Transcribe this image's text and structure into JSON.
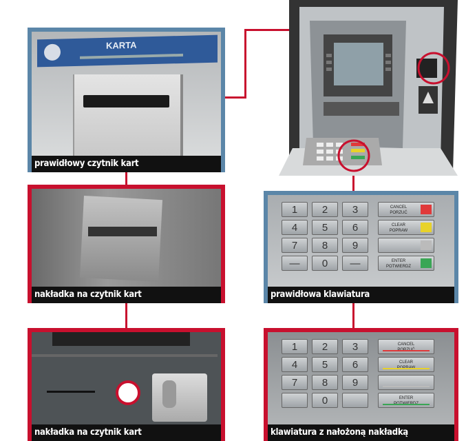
{
  "panels": {
    "correct_reader": {
      "caption": "prawidłowy czytnik kart",
      "sign": "KARTA"
    },
    "reader_overlay_1": {
      "caption": "nakładka na czytnik kart"
    },
    "reader_overlay_2": {
      "caption": "nakładka na czytnik kart"
    },
    "correct_keypad": {
      "caption": "prawidłowa klawiatura",
      "keys": [
        "1",
        "2",
        "3",
        "4",
        "5",
        "6",
        "7",
        "8",
        "9",
        "—",
        "0",
        "—"
      ],
      "fkeys": [
        {
          "top": "CANCEL",
          "bottom": "PORZUĆ"
        },
        {
          "top": "CLEAR",
          "bottom": "POPRAW"
        },
        {
          "top": "",
          "bottom": ""
        },
        {
          "top": "ENTER",
          "bottom": "POTWIERDZ"
        }
      ]
    },
    "overlay_keypad": {
      "caption": "klawiatura z nałożoną nakładką",
      "keys": [
        "1",
        "2",
        "3",
        "4",
        "5",
        "6",
        "7",
        "8",
        "9",
        "",
        "0",
        ""
      ],
      "fkeys": [
        {
          "top": "CANCEL",
          "bottom": "PORZUĆ"
        },
        {
          "top": "CLEAR",
          "bottom": "POPRAW"
        },
        {
          "top": "",
          "bottom": ""
        },
        {
          "top": "ENTER",
          "bottom": "POTWIERDZ"
        }
      ]
    }
  },
  "colors": {
    "red": "#c8102e",
    "blue": "#5b86a8",
    "cancel": "#e0393a",
    "clear": "#e8d22a",
    "enter": "#3aa655"
  }
}
